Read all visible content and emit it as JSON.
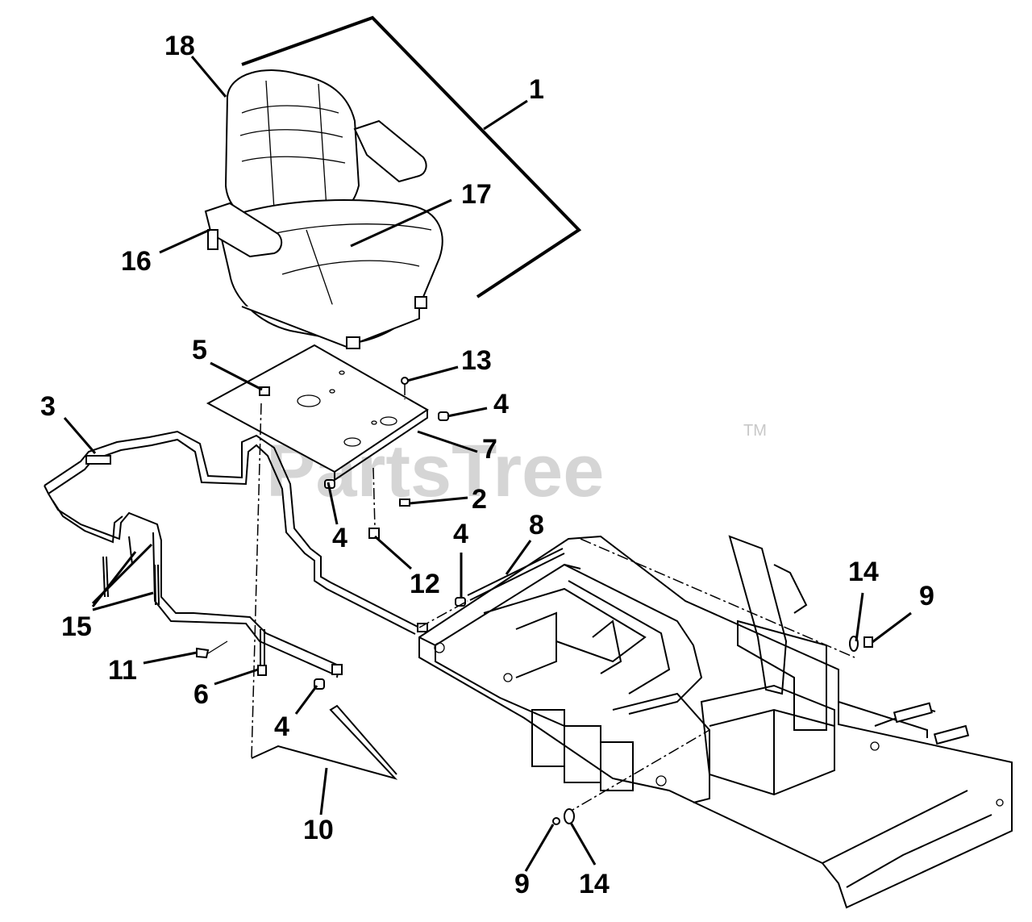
{
  "watermark": {
    "text": "PartsTree",
    "trademark": "TM"
  },
  "callouts": [
    {
      "id": "c1",
      "label": "1"
    },
    {
      "id": "c2",
      "label": "2"
    },
    {
      "id": "c3",
      "label": "3"
    },
    {
      "id": "c4a",
      "label": "4"
    },
    {
      "id": "c4b",
      "label": "4"
    },
    {
      "id": "c4c",
      "label": "4"
    },
    {
      "id": "c4d",
      "label": "4"
    },
    {
      "id": "c5",
      "label": "5"
    },
    {
      "id": "c6",
      "label": "6"
    },
    {
      "id": "c7",
      "label": "7"
    },
    {
      "id": "c8",
      "label": "8"
    },
    {
      "id": "c9a",
      "label": "9"
    },
    {
      "id": "c9b",
      "label": "9"
    },
    {
      "id": "c10",
      "label": "10"
    },
    {
      "id": "c11",
      "label": "11"
    },
    {
      "id": "c12",
      "label": "12"
    },
    {
      "id": "c13",
      "label": "13"
    },
    {
      "id": "c14a",
      "label": "14"
    },
    {
      "id": "c14b",
      "label": "14"
    },
    {
      "id": "c15",
      "label": "15"
    },
    {
      "id": "c16",
      "label": "16"
    },
    {
      "id": "c17",
      "label": "17"
    },
    {
      "id": "c18",
      "label": "18"
    }
  ]
}
